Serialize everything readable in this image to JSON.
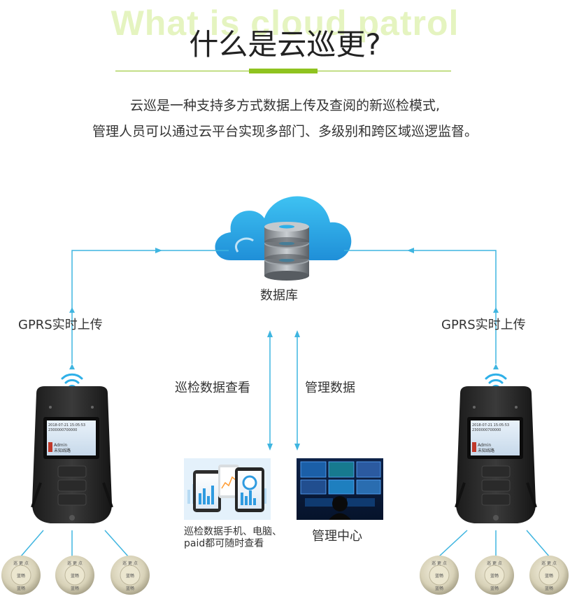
{
  "header": {
    "ghost_text": "What is cloud patrol",
    "title": "什么是云巡更?"
  },
  "intro": {
    "line1": "云巡是一种支持多方式数据上传及查阅的新巡检模式,",
    "line2": "管理人员可以通过云平台实现多部门、多级别和跨区域巡逻监督。"
  },
  "diagram": {
    "database_label": "数据库",
    "left_upload_label": "GPRS实时上传",
    "right_upload_label": "GPRS实时上传",
    "view_label": "巡检数据查看",
    "manage_label": "管理数据",
    "devices_caption_1": "巡检数据手机、电脑、",
    "devices_caption_2": "paid都可随时查看",
    "center_label": "管理中心",
    "device_screen": {
      "date": "2018-07-21 15:05:53",
      "code": "2300000700000",
      "user": "Admin",
      "status": "未知线路"
    },
    "checkpoint": {
      "top_text": "巡 更 点",
      "middle_text": "蓝畅",
      "bottom_text": "蓝畅"
    }
  },
  "colors": {
    "accent_green": "#8fc31f",
    "connector_blue": "#3fb5e0",
    "cloud_blue": "#2aa8e6"
  }
}
